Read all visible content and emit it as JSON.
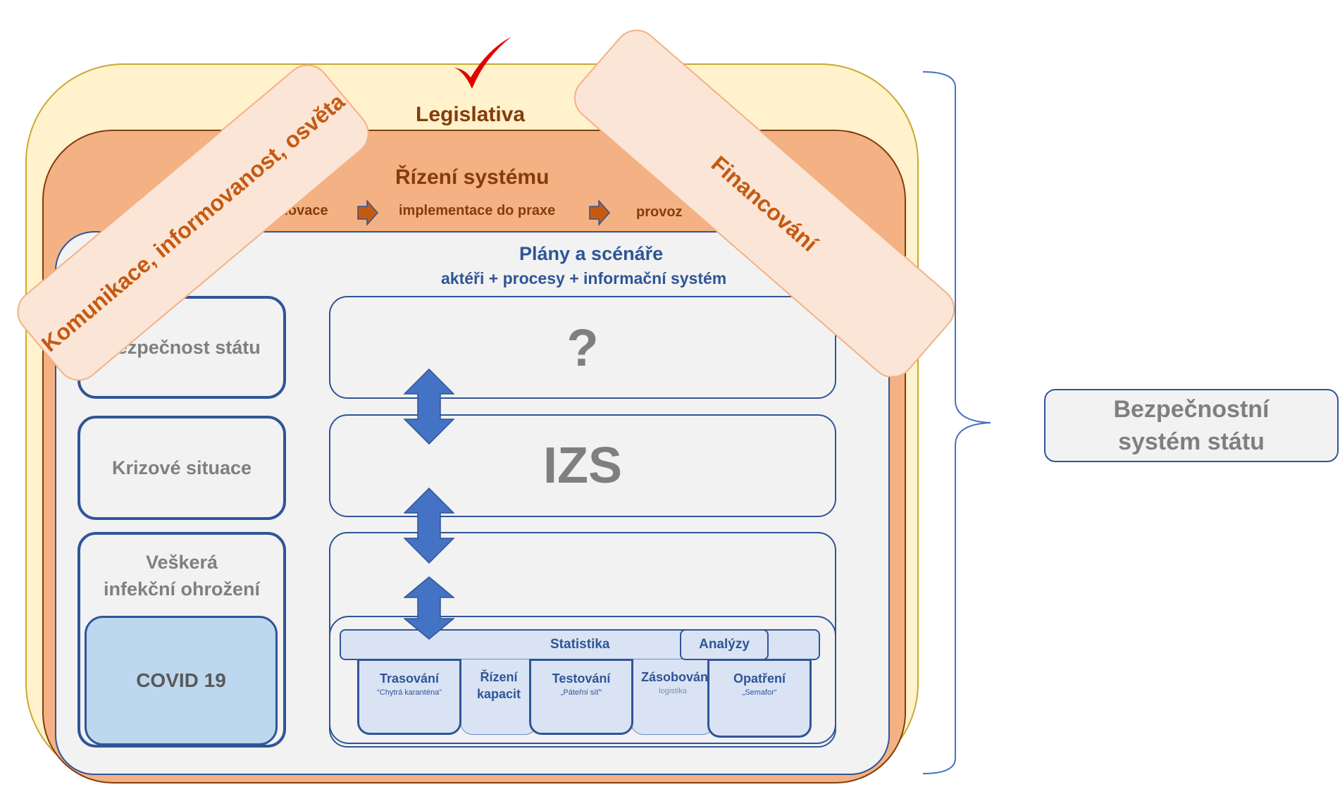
{
  "legislativa": "Legislativa",
  "rizeni": {
    "title": "Řízení systému",
    "steps": [
      ", inovace",
      "implementace do praxe",
      "provoz"
    ]
  },
  "plany": {
    "title": "Plány a scénáře",
    "subtitle": "aktéři + procesy + informační systém"
  },
  "left_boxes": {
    "bezpecnost": "Bezpečnost státu",
    "krizove": "Krizové situace",
    "veskera_line1": "Veškerá",
    "veskera_line2": "infekční ohrožení",
    "covid": "COVID 19"
  },
  "right_boxes": {
    "question": "?",
    "izs": "IZS"
  },
  "statistika": {
    "label": "Statistika",
    "analyzy": "Analýzy",
    "items": [
      {
        "title": "Trasování",
        "sub": "“Chytrá karanténa”"
      },
      {
        "title_line1": "Řízení",
        "title_line2": "kapacit"
      },
      {
        "title": "Testování",
        "sub": "„Páteřní síť“"
      },
      {
        "title": "Zásobování",
        "sub": "logistika"
      },
      {
        "title": "Opatření",
        "sub": "„Semafor“"
      }
    ]
  },
  "bands": {
    "komunikace": "Komunikace, informovanost, osvěta",
    "financovani": "Financování"
  },
  "bss": {
    "line1": "Bezpečnostní",
    "line2": "systém státu"
  },
  "colors": {
    "yellow": "#fff2cc",
    "orange": "#f4b183",
    "grey": "#f2f2f2",
    "blue": "#2f5597",
    "arrow_blue": "#4472c4",
    "brown": "#843c0c",
    "band_text": "#c55a11",
    "check": "#e00000"
  }
}
